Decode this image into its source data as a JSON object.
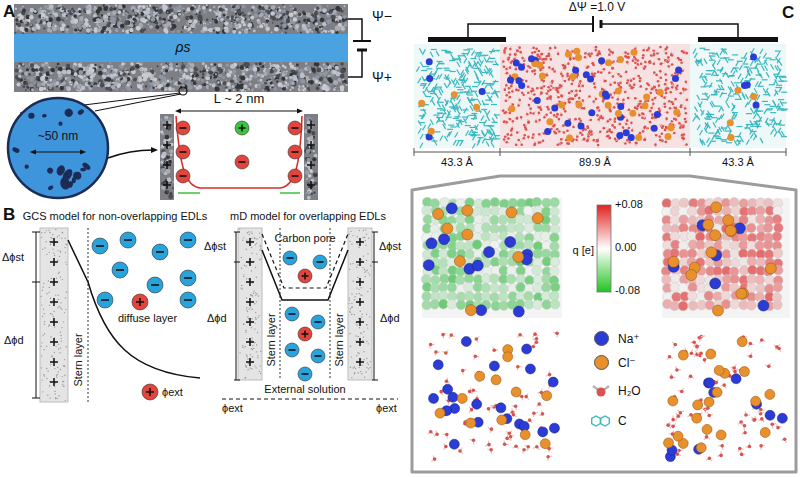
{
  "diagram": {
    "nodes": [
      {
        "text": [
          "~50 nm"
        ]
      }
    ],
    "labels": [
      "A",
      "Ψ−",
      "Ψ+",
      "ρs",
      "L ~ 2 nm",
      "B",
      "GCS model for non-overlapping EDLs",
      "Δϕst",
      "Δϕd",
      "Stern layer",
      "diffuse layer",
      "ϕext",
      "mD model for overlapping EDLs",
      "Carbon pore",
      "Δϕst",
      "Δϕd",
      "Stern layer",
      "Stern layer",
      "Δϕst",
      "Δϕd",
      "External solution",
      "ϕext",
      "ϕext",
      "C",
      "ΔΨ =1.0 V",
      "43.3 Å",
      "89.9 Å",
      "43.3 Å",
      "+0.08",
      "0.00",
      "-0.08",
      "q [e]"
    ],
    "legend": [
      {
        "text": "Na⁺",
        "color": "#2b3bd6"
      },
      {
        "text": "Cl⁻",
        "color": "#e8902c"
      },
      {
        "text": "H₂O"
      },
      {
        "text": "C"
      }
    ]
  }
}
